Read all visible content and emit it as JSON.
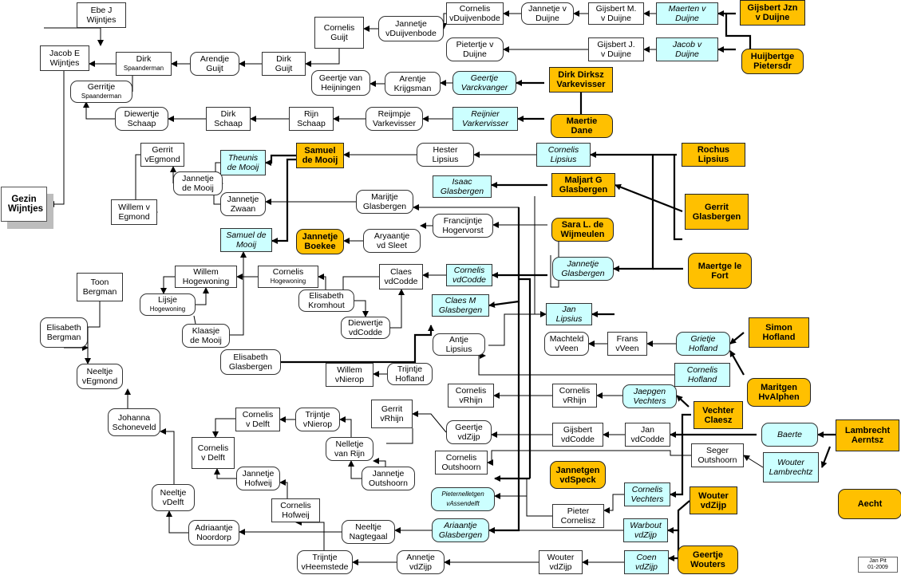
{
  "root": "Gezin Wijntjes",
  "credit": [
    "Jan Pit",
    "01-2009"
  ],
  "persons": {
    "p01": [
      "Ebe J",
      "Wijntjes"
    ],
    "p02": [
      "Jacob E",
      "Wijntjes"
    ],
    "p03": [
      "Dirk",
      "Spaanderman"
    ],
    "p04": [
      "Gerritje",
      "Spaanderman"
    ],
    "p05": [
      "Arendje",
      "Guijt"
    ],
    "p06": [
      "Dirk",
      "Guijt"
    ],
    "p07": [
      "Cornelis",
      "Guijt"
    ],
    "p08": [
      "Jannetje",
      "vDuijvenbode"
    ],
    "p09": [
      "Cornelis",
      "vDuijvenbode"
    ],
    "p10": [
      "Jannetje v",
      "Duijne"
    ],
    "p11": [
      "Gijsbert M.",
      "v Duijne"
    ],
    "p12": [
      "Maerten v",
      "Duijne"
    ],
    "p13": [
      "Gijsbert Jzn",
      "v Duijne"
    ],
    "p14": [
      "Pietertje v",
      "Duijne"
    ],
    "p15": [
      "Gijsbert J.",
      "v Duijne"
    ],
    "p16": [
      "Jacob v",
      "Duijne"
    ],
    "p17": [
      "Huijbertge",
      "Pietersdr"
    ],
    "p18": [
      "Geertje van",
      "Heijningen"
    ],
    "p19": [
      "Arentje",
      "Krijgsman"
    ],
    "p20": [
      "Geertje",
      "Varckvanger"
    ],
    "p21": [
      "Dirk Dirksz",
      "Varkevisser"
    ],
    "p22": [
      "Diewertje",
      "Schaap"
    ],
    "p23": [
      "Dirk",
      "Schaap"
    ],
    "p24": [
      "Rijn",
      "Schaap"
    ],
    "p25": [
      "Reijmpje",
      "Varkevisser"
    ],
    "p26": [
      "Reijnier",
      "Varkervisser"
    ],
    "p27": [
      "Maertie",
      "Dane"
    ],
    "p28": [
      "Gerrit",
      "vEgmond"
    ],
    "p29": [
      "Theunis",
      "de Mooij"
    ],
    "p30": [
      "Samuel",
      "de Mooij"
    ],
    "p31": [
      "Hester",
      "Lipsius"
    ],
    "p32": [
      "Cornelis",
      "Lipsius"
    ],
    "p33": [
      "Rochus",
      "Lipsius"
    ],
    "p34": [
      "Jannetje",
      "de Mooij"
    ],
    "p35": [
      "Jannetje",
      "Zwaan"
    ],
    "p36": [
      "Marijtje",
      "Glasbergen"
    ],
    "p37": [
      "Isaac",
      "Glasbergen"
    ],
    "p38": [
      "Maljart G",
      "Glasbergen"
    ],
    "p39": [
      "Willem v",
      "Egmond"
    ],
    "p40": [
      "Francijntje",
      "Hogervorst"
    ],
    "p41": [
      "Gerrit",
      "Glasbergen"
    ],
    "p42": [
      "Sara L. de",
      "Wijmeulen"
    ],
    "p43": [
      "Samuel de",
      "Mooij"
    ],
    "p44": [
      "Jannetje",
      "Boekee"
    ],
    "p45": [
      "Aryaantje",
      "vd Sleet"
    ],
    "p46": [
      "Jannetje",
      "Glasbergen"
    ],
    "p47": [
      "Maertge le",
      "Fort"
    ],
    "p48": [
      "Toon",
      "Bergman"
    ],
    "p49": [
      "Willem",
      "Hogewoning"
    ],
    "p50": [
      "Cornelis",
      "Hogewoning"
    ],
    "p51": [
      "Claes",
      "vdCodde"
    ],
    "p52": [
      "Cornelis",
      "vdCodde"
    ],
    "p53": [
      "Lijsje",
      "Hogewoning"
    ],
    "p54": [
      "Elisabeth",
      "Kromhout"
    ],
    "p55": [
      "Claes M",
      "Glasbergen"
    ],
    "p56": [
      "Jan",
      "Lipsius"
    ],
    "p57": [
      "Elisabeth",
      "Bergman"
    ],
    "p58": [
      "Klaasje",
      "de Mooij"
    ],
    "p59": [
      "Diewertje",
      "vdCodde"
    ],
    "p60": [
      "Antje",
      "Lipsius"
    ],
    "p61": [
      "Machteld",
      "vVeen"
    ],
    "p62": [
      "Frans",
      "vVeen"
    ],
    "p63": [
      "Grietje",
      "Hofland"
    ],
    "p64": [
      "Simon",
      "Hofland"
    ],
    "p65": [
      "Elisabeth",
      "Glasbergen"
    ],
    "p66": [
      "Neeltje",
      "vEgmond"
    ],
    "p67": [
      "Willem",
      "vNierop"
    ],
    "p68": [
      "Trijntje",
      "Hofland"
    ],
    "p69": [
      "Cornelis",
      "Hofland"
    ],
    "p70": [
      "Maritgen",
      "HvAlphen"
    ],
    "p71": [
      "Cornelis",
      "vRhijn"
    ],
    "p72": [
      "Cornelis",
      "vRhijn"
    ],
    "p73": [
      "Jaepgen",
      "Vechters"
    ],
    "p74": [
      "Vechter",
      "Claesz"
    ],
    "p75": [
      "Johanna",
      "Schoneveld"
    ],
    "p76": [
      "Cornelis",
      "v Delft"
    ],
    "p77": [
      "Trijntje",
      "vNierop"
    ],
    "p78": [
      "Gerrit",
      "vRhijn"
    ],
    "p79": [
      "Geertje",
      "vdZijp"
    ],
    "p80": [
      "Gijsbert",
      "vdCodde"
    ],
    "p81": [
      "Jan",
      "vdCodde"
    ],
    "p82": [
      "Baerte",
      ""
    ],
    "p83": [
      "Lambrecht",
      "Aerntsz"
    ],
    "p84": [
      "Cornelis",
      "v Delft"
    ],
    "p85": [
      "Nelletje",
      "van Rijn"
    ],
    "p86": [
      "Cornelis",
      "Outshoorn"
    ],
    "p87": [
      "Seger",
      "Outshoorn"
    ],
    "p88": [
      "Wouter",
      "Lambrechtz"
    ],
    "p89": [
      "Jannetje",
      "Hofweij"
    ],
    "p90": [
      "Jannetje",
      "Outshoorn"
    ],
    "p91": [
      "Jannetgen",
      "vdSpeck"
    ],
    "p92": [
      "Pieternelletgen",
      "vAssendelft"
    ],
    "p93": [
      "Cornelis",
      "Vechters"
    ],
    "p94": [
      "Wouter",
      "vdZijp"
    ],
    "p95": [
      "Aecht",
      ""
    ],
    "p96": [
      "Neeltje",
      "vDelft"
    ],
    "p97": [
      "Cornelis",
      "Hofweij"
    ],
    "p98": [
      "Pieter",
      "Cornelisz"
    ],
    "p99": [
      "Adriaantje",
      "Noordorp"
    ],
    "p100": [
      "Neeltje",
      "Nagtegaal"
    ],
    "p101": [
      "Ariaantje",
      "Glasbergen"
    ],
    "p102": [
      "Warbout",
      "vdZijp"
    ],
    "p103": [
      "Geertje",
      "Wouters"
    ],
    "p104": [
      "Trijntje",
      "vHeemstede"
    ],
    "p105": [
      "Annetje",
      "vdZijp"
    ],
    "p106": [
      "Wouter",
      "vdZijp"
    ],
    "p107": [
      "Coen",
      "vdZijp"
    ]
  },
  "colors": {
    "plain": "#ffffff",
    "married_in": "#ccffff",
    "ancestor": "#ffc000",
    "line": "#000000"
  }
}
